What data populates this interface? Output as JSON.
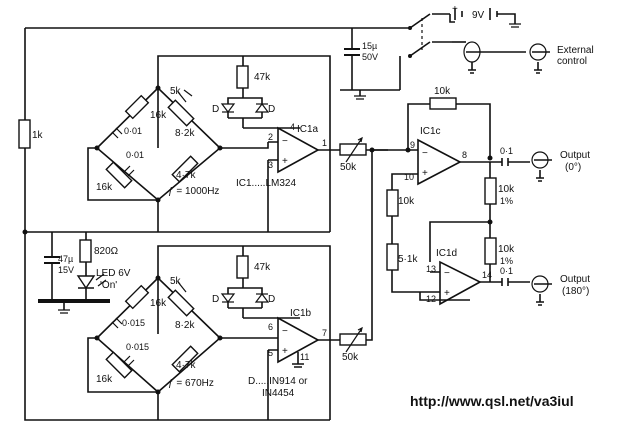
{
  "battery": {
    "label": "9V"
  },
  "external_control": {
    "line1": "External",
    "line2": "control"
  },
  "cap_15u": {
    "line1": "15µ",
    "line2": "50V"
  },
  "r_1k": "1k",
  "cap_47u": {
    "line1": "47µ",
    "line2": "15V"
  },
  "r_820": "820Ω",
  "led": {
    "line1": "LED 6V",
    "line2": "'On'"
  },
  "top_oscillator": {
    "r_5k": "5k",
    "r_16k_a": "16k",
    "r_8k2": "8·2k",
    "c_001_a": "0·01",
    "c_001_b": "0·01",
    "r_16k_b": "16k",
    "r_4k7": "4·7k",
    "freq": "ƒ = 1000Hz",
    "r_47k": "47k",
    "diode_a": "D",
    "diode_b": "D",
    "ic": "IC1a",
    "pin_in_neg": "2",
    "pin_in_pos": "3",
    "pin_out": "1",
    "pin_supply": "4",
    "pot": "50k",
    "ic_note": "IC1.....LM324"
  },
  "bottom_oscillator": {
    "r_5k": "5k",
    "r_16k_a": "16k",
    "r_8k2": "8·2k",
    "c_a": "0·015",
    "c_b": "0·015",
    "r_16k_b": "16k",
    "r_4k7": "4·7k",
    "freq": "ƒ = 670Hz",
    "r_47k": "47k",
    "diode_a": "D",
    "diode_b": "D",
    "ic": "IC1b",
    "pin_in_neg": "6",
    "pin_in_pos": "5",
    "pin_out": "7",
    "pin_gnd": "11",
    "pot": "50k",
    "diode_note1": "D.....IN914 or",
    "diode_note2": "IN4454"
  },
  "ic1c": {
    "name": "IC1c",
    "r_fb": "10k",
    "r_in": "10k",
    "pin_neg": "9",
    "pin_pos": "10",
    "pin_out": "8",
    "cap": "0·1",
    "output1": "Output",
    "output2": "(0°)"
  },
  "ic1d": {
    "name": "IC1d",
    "r_in": "5·1k",
    "pin_pos": "13",
    "pin_neg": "12",
    "pin_out": "14",
    "cap": "0·1",
    "output1": "Output",
    "output2": "(180°)"
  },
  "divider": {
    "r_top": "10k",
    "r_top_tol": "1%",
    "r_bot": "10k",
    "r_bot_tol": "1%"
  },
  "url": "http://www.qsl.net/va3iul"
}
